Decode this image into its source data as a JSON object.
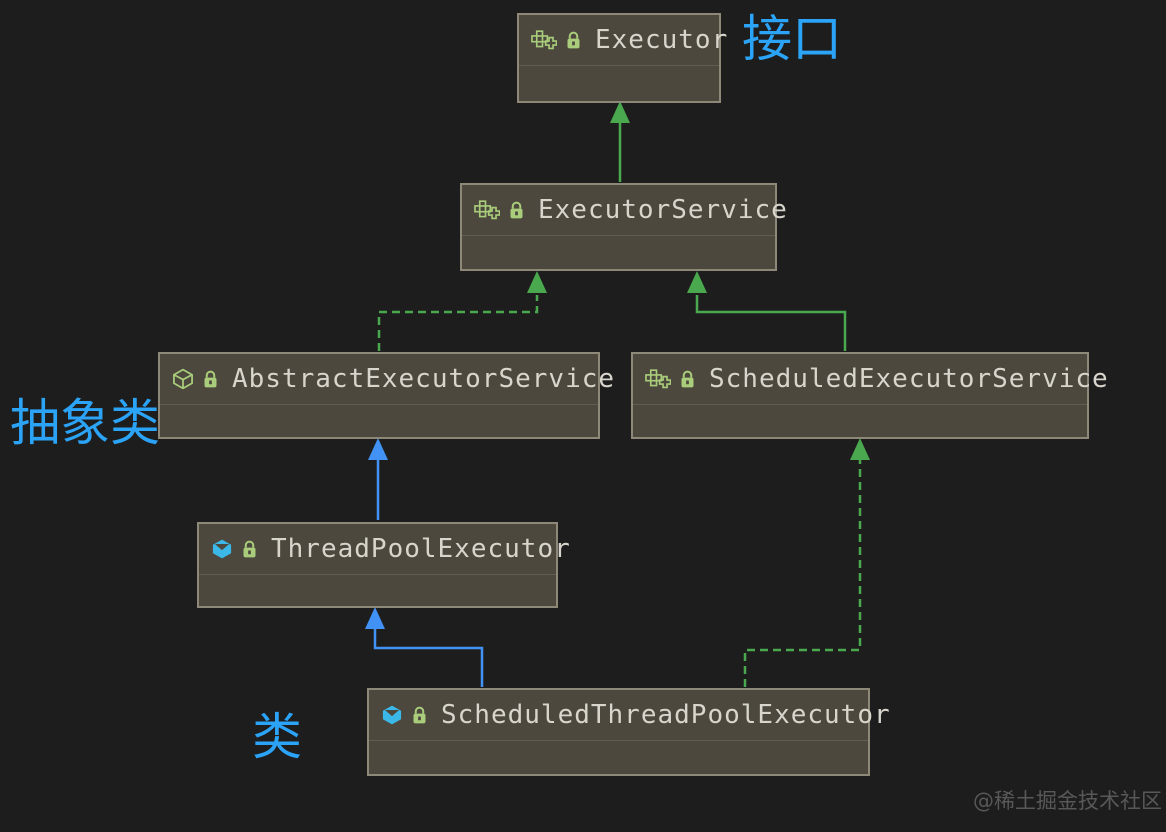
{
  "nodes": [
    {
      "label": "Executor",
      "kind": "interface",
      "icons": [
        "interface-icon",
        "lock-icon"
      ]
    },
    {
      "label": "ExecutorService",
      "kind": "interface",
      "icons": [
        "interface-icon",
        "lock-icon"
      ]
    },
    {
      "label": "AbstractExecutorService",
      "kind": "abstract-class",
      "icons": [
        "abstract-class-icon",
        "lock-icon"
      ]
    },
    {
      "label": "ScheduledExecutorService",
      "kind": "interface",
      "icons": [
        "interface-icon",
        "lock-icon"
      ]
    },
    {
      "label": "ThreadPoolExecutor",
      "kind": "class",
      "icons": [
        "class-icon",
        "lock-icon"
      ]
    },
    {
      "label": "ScheduledThreadPoolExecutor",
      "kind": "class",
      "icons": [
        "class-icon",
        "lock-icon"
      ]
    }
  ],
  "edges": [
    {
      "from": "ExecutorService",
      "to": "Executor",
      "relation": "extends",
      "line": "solid",
      "color": "#4aa84f"
    },
    {
      "from": "AbstractExecutorService",
      "to": "ExecutorService",
      "relation": "implements",
      "line": "dashed",
      "color": "#4aa84f"
    },
    {
      "from": "ScheduledExecutorService",
      "to": "ExecutorService",
      "relation": "extends",
      "line": "solid",
      "color": "#4aa84f"
    },
    {
      "from": "ThreadPoolExecutor",
      "to": "AbstractExecutorService",
      "relation": "extends",
      "line": "solid",
      "color": "#4291f4"
    },
    {
      "from": "ScheduledThreadPoolExecutor",
      "to": "ThreadPoolExecutor",
      "relation": "extends",
      "line": "solid",
      "color": "#4291f4"
    },
    {
      "from": "ScheduledThreadPoolExecutor",
      "to": "ScheduledExecutorService",
      "relation": "implements",
      "line": "dashed",
      "color": "#4aa84f"
    }
  ],
  "annotations": {
    "interface_label": "接口",
    "abstract_class_label": "抽象类",
    "class_label": "类"
  },
  "watermark": "@稀土掘金技术社区",
  "colors": {
    "background": "#1d1d1d",
    "node_fill": "#4c483e",
    "node_border": "#8d8878",
    "node_text": "#d8d5cc",
    "inheritance_green": "#4aa84f",
    "inheritance_blue": "#4291f4",
    "annotation_blue": "#2ba3f7",
    "watermark_gray": "#585858",
    "icon_green": "#a9cd7a",
    "icon_blue": "#3cb8e8"
  }
}
